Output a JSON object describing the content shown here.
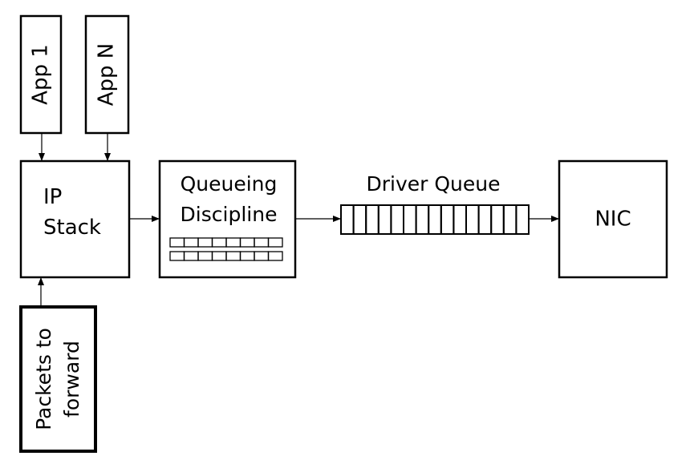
{
  "colors": {
    "stroke": "#000000",
    "background": "#ffffff"
  },
  "apps": {
    "app1": "App 1",
    "appN": "App N"
  },
  "ip_stack": {
    "line1": "IP",
    "line2": "Stack"
  },
  "qdisc": {
    "line1": "Queueing",
    "line2": "Discipline"
  },
  "driver_queue": {
    "label": "Driver Queue"
  },
  "nic": {
    "label": "NIC"
  },
  "forward": {
    "line1": "Packets to",
    "line2": "forward"
  }
}
